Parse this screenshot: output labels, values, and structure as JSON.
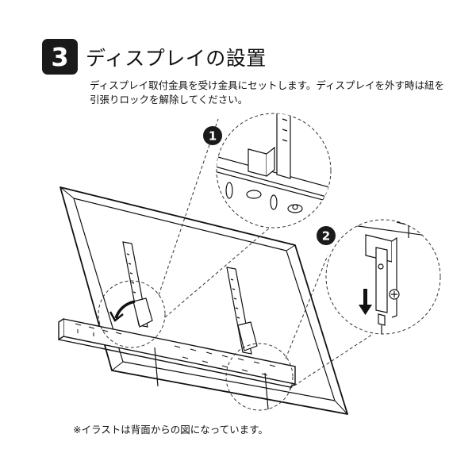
{
  "step": {
    "number": "3",
    "title": "ディスプレイの設置"
  },
  "instructions": {
    "line1": "ディスプレイ取付金具を受け金具にセットします。ディスプレイを外す時は紐を",
    "line2": "引張りロックを解除してください。"
  },
  "callouts": {
    "first": "1",
    "second": "2"
  },
  "footnote": "※イラストは背面からの図になっています。",
  "colors": {
    "ink": "#111111",
    "badge": "#1a1a1a",
    "paper": "#ffffff"
  },
  "icons": [
    "arrow-curved-icon",
    "arrow-down-icon",
    "screw-icon"
  ]
}
